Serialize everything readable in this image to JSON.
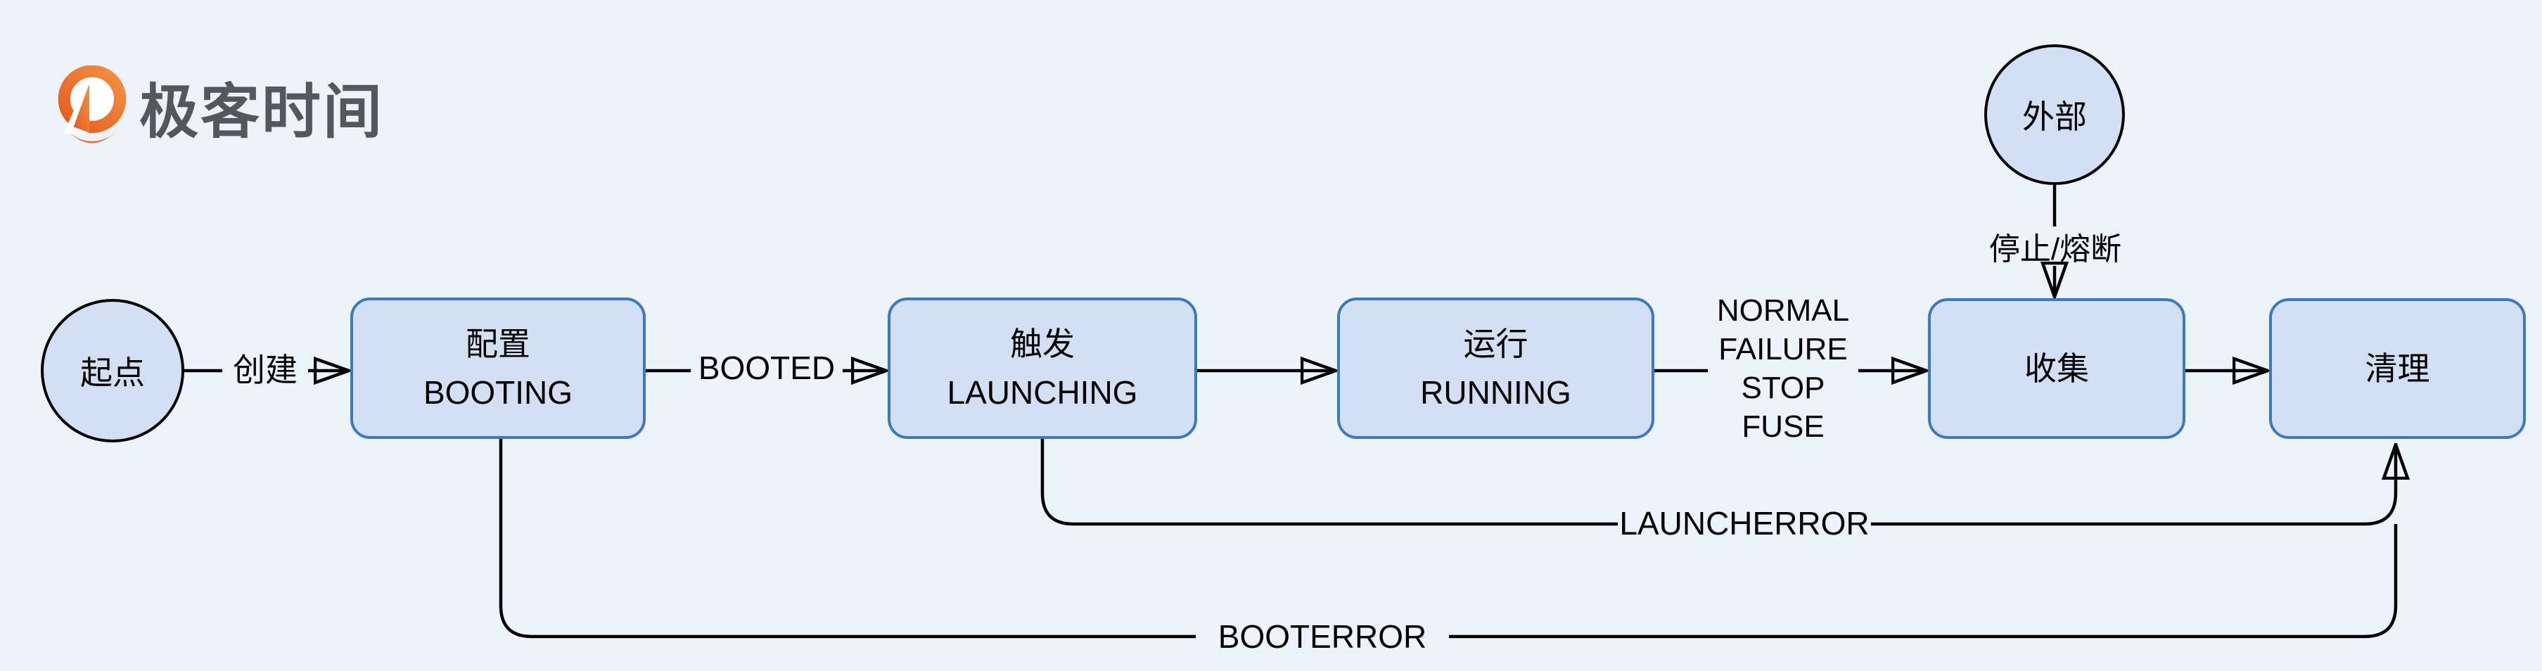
{
  "logo": {
    "brand_text": "极客时间",
    "icon": "geektime-pin-icon",
    "icon_color": "#ec6a2b",
    "text_color": "#54575d"
  },
  "colors": {
    "background": "#edf3fb",
    "node_fill": "#d3e0f4",
    "rect_border": "#3b79c2",
    "circle_border": "#000000",
    "wire": "#000000",
    "text": "#000000"
  },
  "diagram": {
    "type": "state-machine-flowchart",
    "nodes": [
      {
        "id": "start",
        "shape": "circle",
        "label": "起点"
      },
      {
        "id": "booting",
        "shape": "rect",
        "label_cn": "配置",
        "label_en": "BOOTING"
      },
      {
        "id": "launching",
        "shape": "rect",
        "label_cn": "触发",
        "label_en": "LAUNCHING"
      },
      {
        "id": "running",
        "shape": "rect",
        "label_cn": "运行",
        "label_en": "RUNNING"
      },
      {
        "id": "external",
        "shape": "circle",
        "label": "外部"
      },
      {
        "id": "collect",
        "shape": "rect",
        "label_cn": "收集",
        "label_en": ""
      },
      {
        "id": "cleanup",
        "shape": "rect",
        "label_cn": "清理",
        "label_en": ""
      }
    ],
    "edges": [
      {
        "from": "start",
        "to": "booting",
        "label": "创建"
      },
      {
        "from": "booting",
        "to": "launching",
        "label": "BOOTED"
      },
      {
        "from": "launching",
        "to": "running",
        "label": ""
      },
      {
        "from": "running",
        "to": "collect",
        "lines": [
          "NORMAL",
          "FAILURE",
          "STOP",
          "FUSE"
        ]
      },
      {
        "from": "collect",
        "to": "cleanup",
        "label": ""
      },
      {
        "from": "external",
        "to": "collect",
        "label": "停止/熔断"
      },
      {
        "from": "launching",
        "to": "cleanup",
        "label": "LAUNCHERROR"
      },
      {
        "from": "booting",
        "to": "cleanup",
        "label": "BOOTERROR"
      }
    ]
  }
}
